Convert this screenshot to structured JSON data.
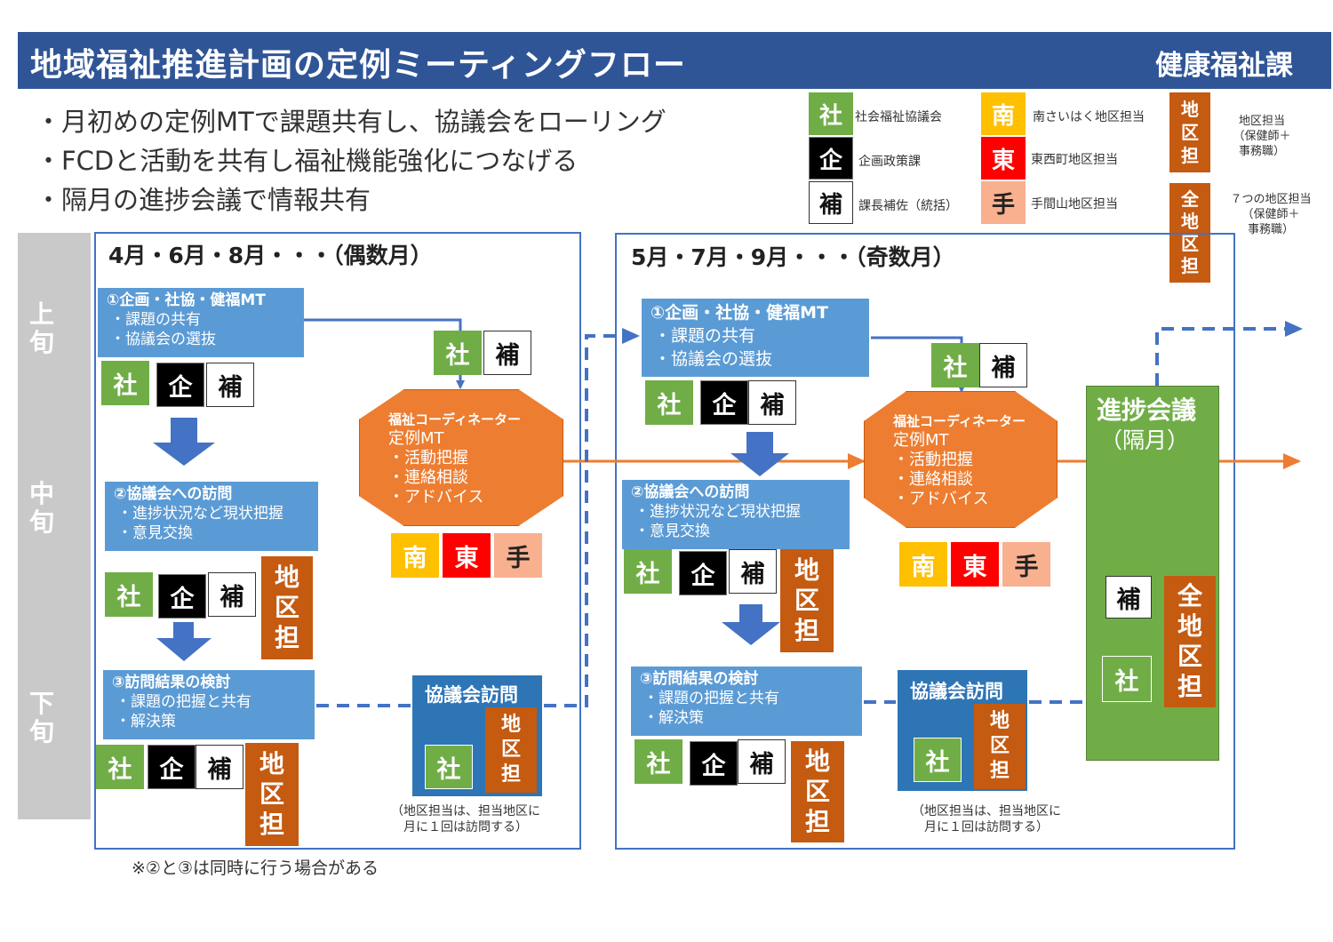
{
  "header": {
    "title": "地域福祉推進計画の定例ミーティングフロー",
    "department": "健康福祉課"
  },
  "bullets": [
    "・月初めの定例MTで課題共有し、協議会をローリング",
    "・FCDと活動を共有し福祉機能強化につなげる",
    "・隔月の進捗会議で情報共有"
  ],
  "legend": {
    "sha": {
      "icon": "社",
      "label": "社会福祉協議会"
    },
    "kig": {
      "icon": "企",
      "label": "企画政策課"
    },
    "ho": {
      "icon": "補",
      "label": "課長補佐（統括）"
    },
    "min": {
      "icon": "南",
      "label": "南さいはく地区担当"
    },
    "hig": {
      "icon": "東",
      "label": "東西町地区担当"
    },
    "te": {
      "icon": "手",
      "label": "手間山地区担当"
    },
    "chiku": {
      "icon": [
        "地",
        "区",
        "担"
      ],
      "label": [
        "地区担当",
        "（保健師＋",
        "事務職）"
      ]
    },
    "zen": {
      "icon": [
        "全",
        "地",
        "区",
        "担"
      ],
      "label": [
        "７つの地区担当",
        "（保健師＋",
        "事務職）"
      ]
    }
  },
  "periods": {
    "early": [
      "上",
      "旬"
    ],
    "mid": [
      "中",
      "旬"
    ],
    "late": [
      "下",
      "旬"
    ]
  },
  "icons": {
    "sha": "社",
    "kig": "企",
    "ho": "補",
    "min": "南",
    "hig": "東",
    "te": "手",
    "chiku": [
      "地",
      "区",
      "担"
    ],
    "zen": [
      "全",
      "地",
      "区",
      "担"
    ]
  },
  "even": {
    "title": "4月・6月・8月・・・（偶数月）",
    "task1": {
      "heading": "①企画・社協・健福MT",
      "lines": [
        "・課題の共有",
        "・協議会の選抜"
      ]
    },
    "task2": {
      "heading": "②協議会への訪問",
      "lines": [
        "・進捗状況など現状把握",
        "・意見交換"
      ]
    },
    "task3": {
      "heading": "③訪問結果の検討",
      "lines": [
        "・課題の把握と共有",
        "・解決策"
      ]
    },
    "fcd": {
      "heading": "福祉コーディネーター",
      "sub": "定例MT",
      "lines": [
        "・活動把握",
        "・連絡相談",
        "・アドバイス"
      ]
    },
    "visit": {
      "title": "協議会訪問",
      "note": [
        "（地区担当は、担当地区に",
        "月に１回は訪問する）"
      ]
    },
    "footnote": "※②と③は同時に行う場合がある"
  },
  "odd": {
    "title": "5月・7月・9月・・・（奇数月）",
    "task1": {
      "heading": "①企画・社協・健福MT",
      "lines": [
        "・課題の共有",
        "・協議会の選抜"
      ]
    },
    "task2": {
      "heading": "②協議会への訪問",
      "lines": [
        "・進捗状況など現状把握",
        "・意見交換"
      ]
    },
    "task3": {
      "heading": "③訪問結果の検討",
      "lines": [
        "・課題の把握と共有",
        "・解決策"
      ]
    },
    "fcd": {
      "heading": "福祉コーディネーター",
      "sub": "定例MT",
      "lines": [
        "・活動把握",
        "・連絡相談",
        "・アドバイス"
      ]
    },
    "visit": {
      "title": "協議会訪問",
      "note": [
        "（地区担当は、担当地区に",
        "月に１回は訪問する）"
      ]
    },
    "progress": {
      "title": "進捗会議",
      "sub": "（隔月）"
    }
  },
  "colors": {
    "title_bar": "#2f5597",
    "task_blue": "#5b9bd5",
    "visit_blue": "#2e75b6",
    "fcd_orange": "#ed7d31",
    "flow_blue": "#4472c4",
    "progress_green": "#70ad47",
    "chiku_brown": "#c55a11",
    "sha_green": "#70ad47",
    "min_yellow": "#ffc000",
    "hig_red": "#ff0000",
    "te_salmon": "#f8b08f"
  }
}
